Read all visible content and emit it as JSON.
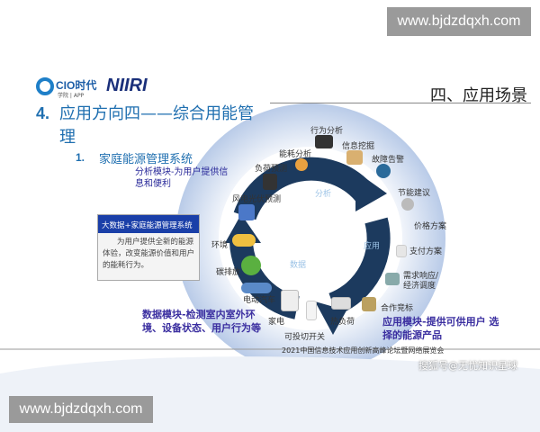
{
  "watermarks": {
    "top": "www.bjdzdqxh.com",
    "bottom": "www.bjdzdqxh.com",
    "sohu": "搜狐号@无忧知识星球"
  },
  "logos": {
    "cio": "CIO时代",
    "cio_sub": "学院 | APP",
    "niiri": "NIIRI"
  },
  "section_title": "四、应用场景",
  "heading": {
    "number": "4.",
    "text": "应用方向四——综合用能管理"
  },
  "subheading": {
    "number": "1.",
    "text": "家庭能源管理系统"
  },
  "overlay_text": "分析模块-为用户提供信 息和便利",
  "info_box": {
    "title": "大数据+家庭能源管理系统",
    "body": "为用户提供全新的能源体验，改变能源价值和用户的能耗行为。"
  },
  "cycle": {
    "analysis": "分析",
    "application": "应用",
    "data": "数据"
  },
  "items": {
    "behavior": "行为分析",
    "mining": "信息挖掘",
    "fault": "故障告警",
    "energy": "能耗分析",
    "load": "负荷预测",
    "wind": "风电光伏预测",
    "saving": "节能建议",
    "price": "价格方案",
    "pay": "支付方案",
    "demand": "需求响应/\n经济调度",
    "bid": "合作竞标",
    "env": "环境",
    "carbon": "碳排放",
    "ev": "电动汽车",
    "appliance": "家电",
    "switch": "可投切开关",
    "heat": "热负荷"
  },
  "data_module": "数据模块-检测室内室外环境、设备状态、用户行为等",
  "app_module": "应用模块-提供可供用户 选择的能源产品",
  "footer": "2021中国信息技术应用创新高峰论坛暨网络展览会",
  "colors": {
    "heading": "#1f6fb0",
    "dark_arrow": "#1c3a5e",
    "ring": "#c9d6ec",
    "box_header": "#1a3fa8"
  }
}
